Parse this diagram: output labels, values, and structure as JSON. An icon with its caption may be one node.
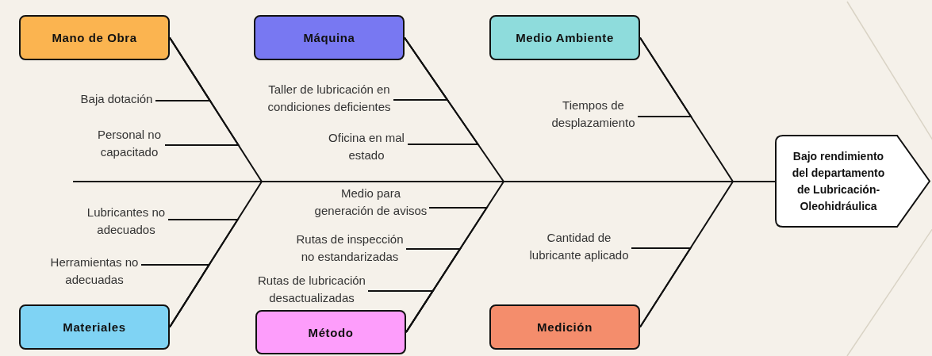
{
  "diagram": {
    "nodes": [
      {
        "text": [
          "Mano de Obra"
        ]
      },
      {
        "text": [
          "Máquina"
        ]
      },
      {
        "text": [
          "Medio Ambiente"
        ]
      },
      {
        "text": [
          "Baja dotación"
        ]
      },
      {
        "text": [
          "Taller de lubricación en condiciones deficientes"
        ]
      },
      {
        "text": [
          "Tiempos de desplazamiento"
        ]
      },
      {
        "text": [
          "Personal no capacitado"
        ]
      },
      {
        "text": [
          "Oficina en mal estado"
        ]
      },
      {
        "text": [
          "Bajo rendimiento del departamento de Lubricación-Oleohidráulica"
        ]
      },
      {
        "text": [
          "Medio para generación de avisos"
        ]
      },
      {
        "text": [
          "Lubricantes no adecuados"
        ]
      },
      {
        "text": [
          "Rutas de inspección no estandarizadas"
        ]
      },
      {
        "text": [
          "Cantidad de lubricante aplicado"
        ]
      },
      {
        "text": [
          "Herramientas no adecuadas"
        ]
      },
      {
        "text": [
          "Rutas de lubricación desactualizadas"
        ]
      },
      {
        "text": [
          "Materiales"
        ]
      },
      {
        "text": [
          "Método"
        ]
      },
      {
        "text": [
          "Medición"
        ]
      }
    ],
    "edges": [
      {
        "from": 0,
        "to": 8,
        "arrow": "none"
      },
      {
        "from": 1,
        "to": 8,
        "arrow": "none"
      },
      {
        "from": 2,
        "to": 8,
        "arrow": "none"
      },
      {
        "from": 15,
        "to": 8,
        "arrow": "none"
      },
      {
        "from": 16,
        "to": 8,
        "arrow": "none"
      },
      {
        "from": 17,
        "to": 8,
        "arrow": "none"
      },
      {
        "from": 3,
        "to": 0,
        "arrow": "none"
      },
      {
        "from": 6,
        "to": 0,
        "arrow": "none"
      },
      {
        "from": 4,
        "to": 1,
        "arrow": "none"
      },
      {
        "from": 7,
        "to": 1,
        "arrow": "none"
      },
      {
        "from": 5,
        "to": 2,
        "arrow": "none"
      },
      {
        "from": 10,
        "to": 15,
        "arrow": "none"
      },
      {
        "from": 13,
        "to": 15,
        "arrow": "none"
      },
      {
        "from": 9,
        "to": 16,
        "arrow": "none"
      },
      {
        "from": 11,
        "to": 16,
        "arrow": "none"
      },
      {
        "from": 14,
        "to": 16,
        "arrow": "none"
      },
      {
        "from": 12,
        "to": 17,
        "arrow": "none"
      }
    ]
  }
}
